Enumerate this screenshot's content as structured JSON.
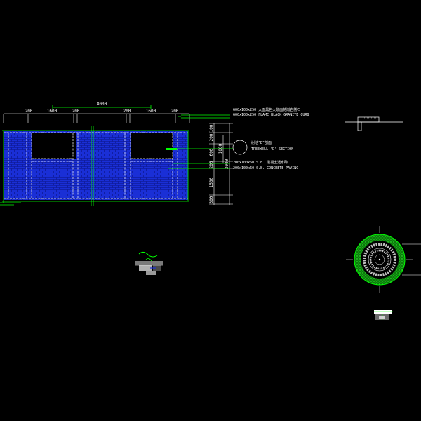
{
  "drawing": {
    "colors": {
      "background": "#000000",
      "paving": "#1a2fd6",
      "outline": "#00ff00",
      "text": "#ffffff",
      "granite": "#5a5a5a"
    },
    "top_dimensions": {
      "overall": "8000",
      "segments": [
        "200",
        "1600",
        "200",
        "200",
        "1600",
        "200"
      ]
    },
    "right_dimensions": {
      "inner": [
        "100",
        "200",
        "600",
        "200",
        "1500",
        "300"
      ],
      "mid": "1000",
      "outer": "3000"
    },
    "notes": {
      "curb_cn": "600x100x250 大面黑色火烧面花岗岩侧石",
      "curb_en": "600x100x250 FLAME BLACK GRANITE CURB",
      "treewell_cn": "树池\"D\"剖面",
      "treewell_en": "TREEWELL 'D' SECTION",
      "paving_cn": "200x100x60 S.B. 混凝土透水砖",
      "paving_en": "200x100x60 S.B. CONCRETE PAVING"
    }
  }
}
